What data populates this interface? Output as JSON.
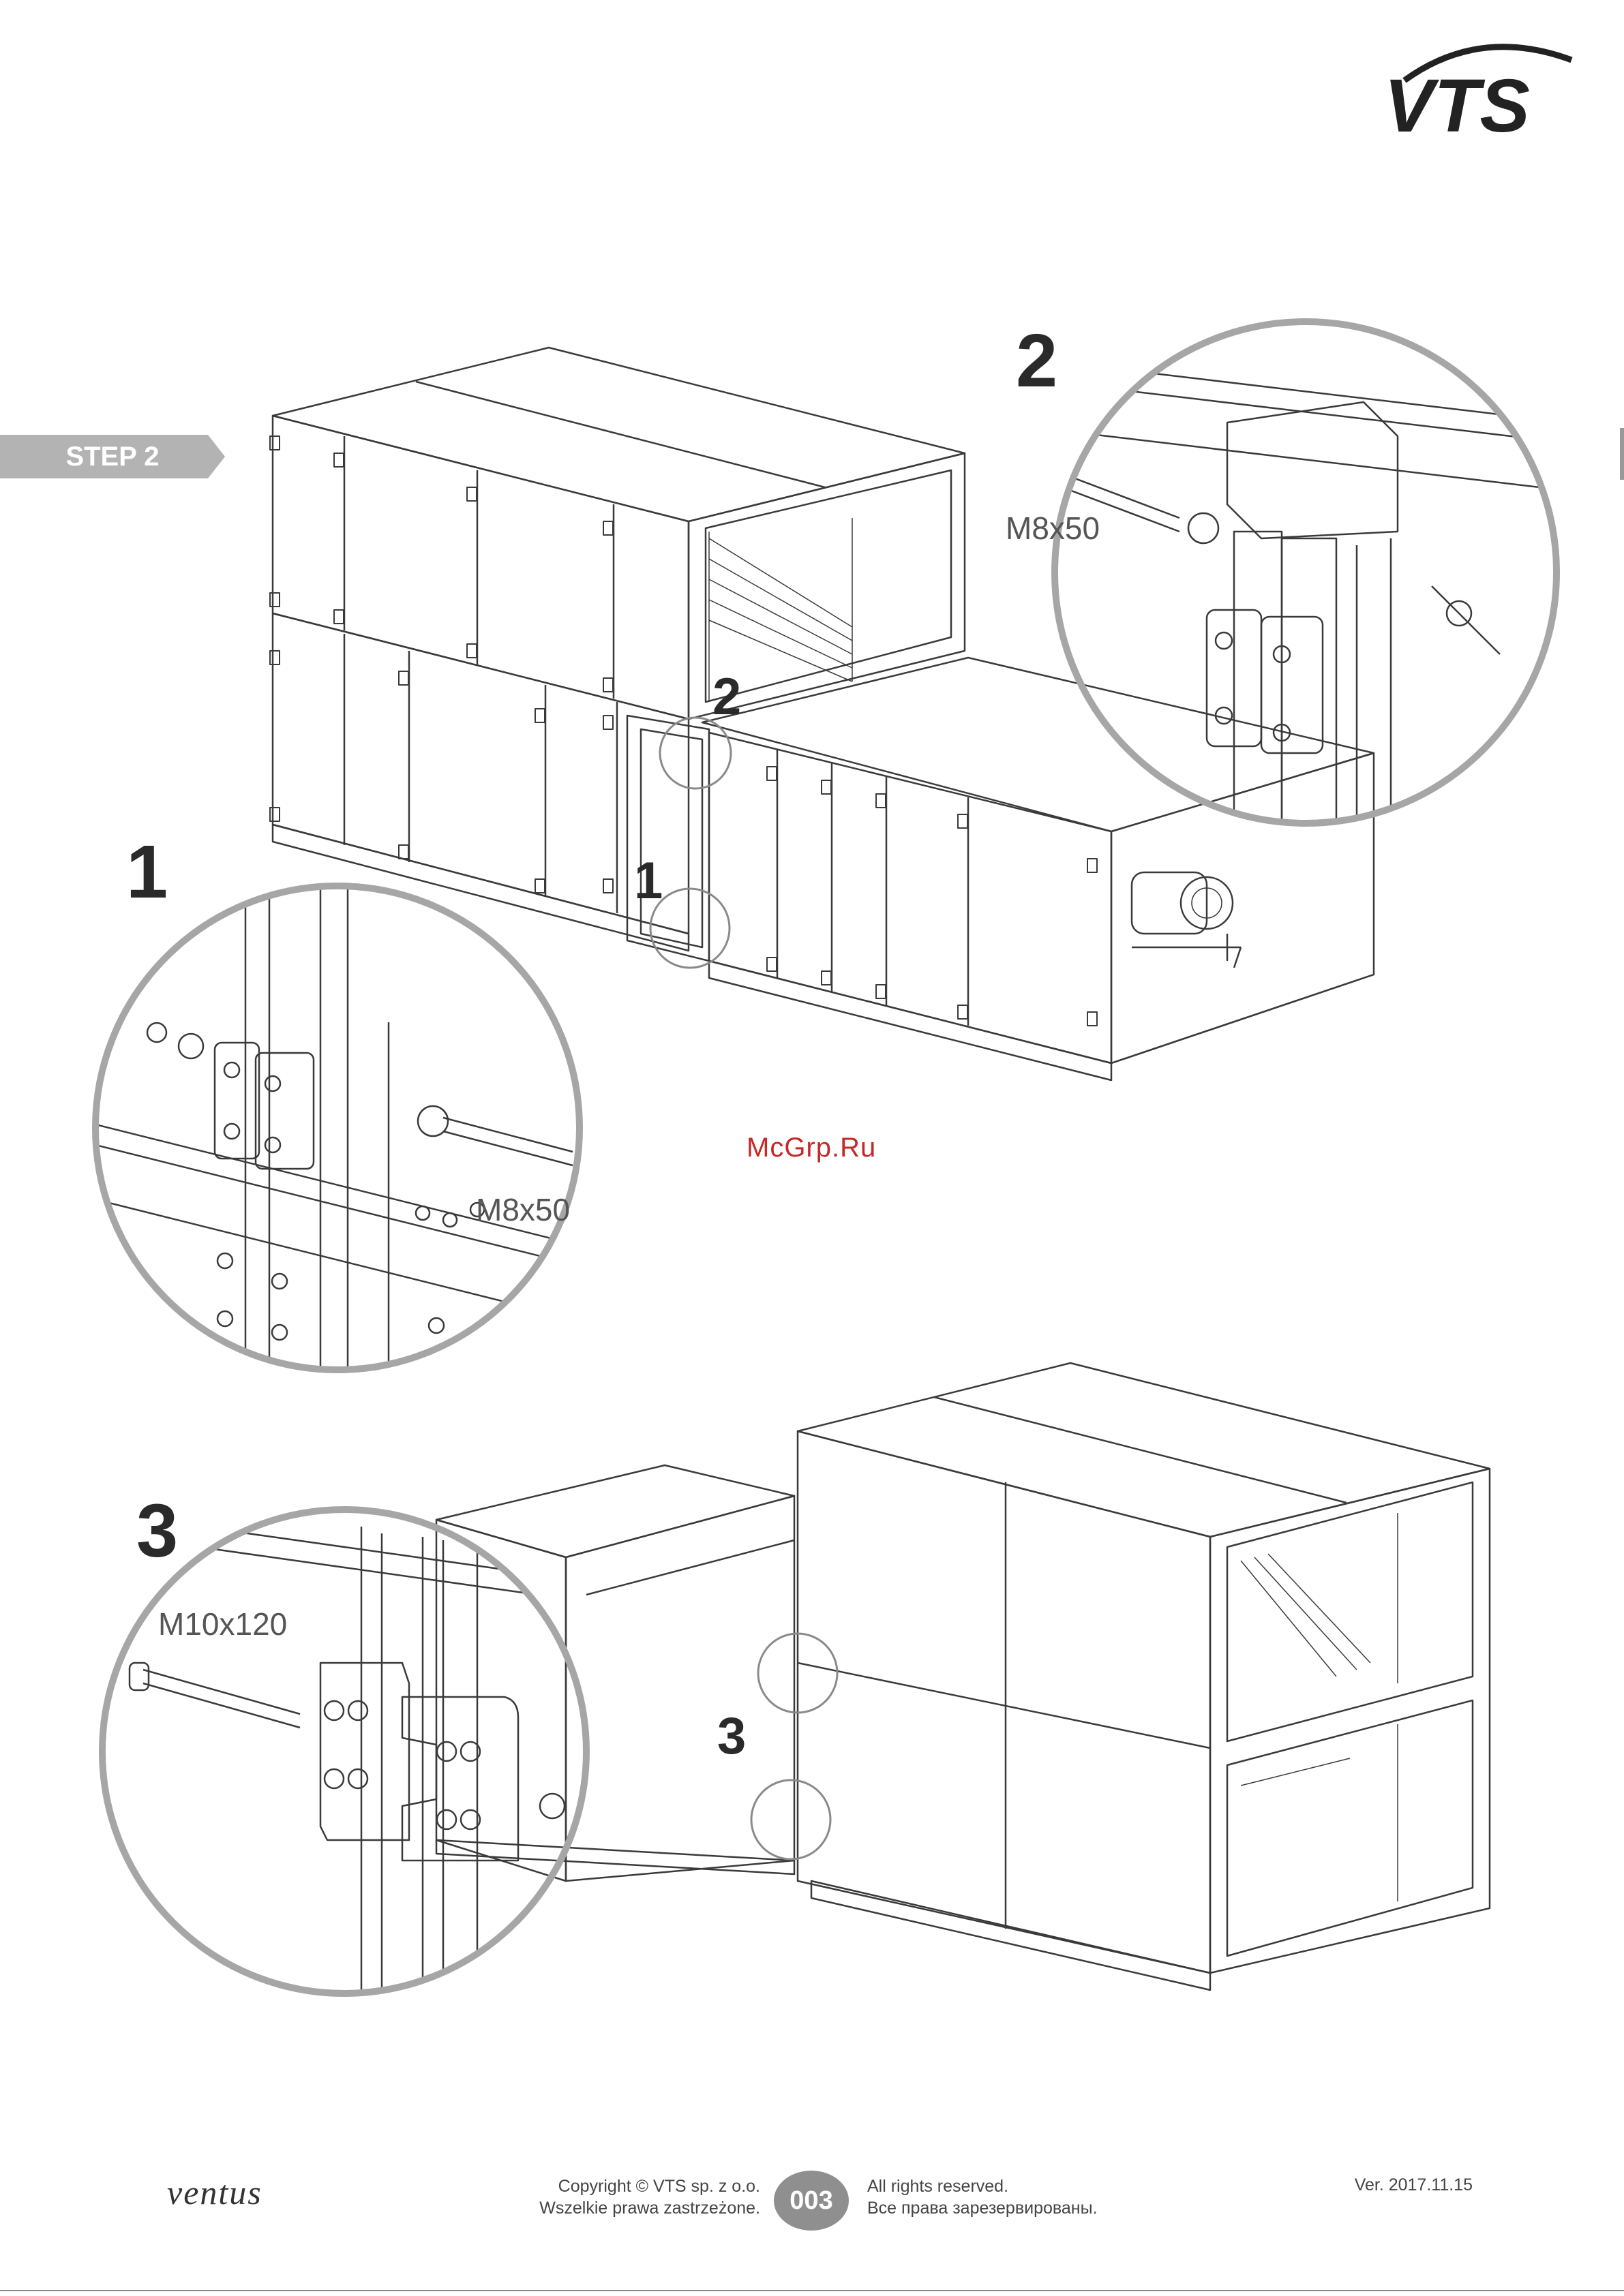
{
  "brand": {
    "logo_text": "VTS",
    "product": "ventus"
  },
  "step": {
    "label": "STEP 2"
  },
  "callouts": {
    "detail_1": {
      "number": "1",
      "bolt": "M8x50"
    },
    "detail_2": {
      "number": "2",
      "bolt": "M8x50"
    },
    "detail_3": {
      "number": "3",
      "bolt": "M10x120"
    },
    "marker_1": "1",
    "marker_2": "2",
    "marker_3": "3"
  },
  "watermark": "McGrp.Ru",
  "footer": {
    "copyright_line1": "Copyright © VTS sp. z o.o.",
    "copyright_line2": "Wszelkie prawa zastrzeżone.",
    "page_number": "003",
    "rights_line1": "All rights reserved.",
    "rights_line2": "Все права зарезервированы.",
    "version": "Ver. 2017.11.15"
  },
  "colors": {
    "step_tab": "#b3b3b3",
    "callout_circle": "#a6a6a6",
    "line": "#3a3a3a",
    "watermark": "#c62828",
    "badge": "#8f8f8f"
  }
}
